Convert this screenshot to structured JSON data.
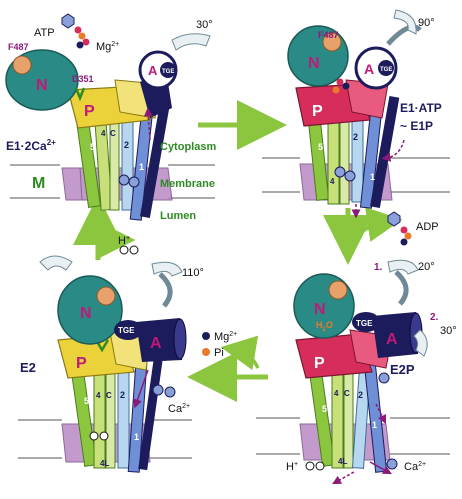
{
  "panels": {
    "e1_2ca": {
      "state": "E1·2Ca",
      "state_sup": "2+",
      "rotation": "30°",
      "atp": "ATP",
      "mg": "Mg",
      "mg_sup": "2+",
      "f487": "F487",
      "d351": "D351",
      "n": "N",
      "p": "P",
      "a": "A",
      "tge": "TGE",
      "m": "M",
      "cytoplasm": "Cytoplasm",
      "membrane": "Membrane",
      "lumen": "Lumen"
    },
    "e1_atp": {
      "state1": "E1·ATP",
      "state2": "~ E1P",
      "rotation": "90°",
      "f487": "F487",
      "n": "N",
      "p": "P",
      "a": "A",
      "tge": "TGE"
    },
    "e2p": {
      "state": "E2P",
      "rotation1": "20°",
      "rotation2": "30°",
      "step1": "1.",
      "step2": "2.",
      "h2o": "H",
      "h2o_sub": "2",
      "h2o_o": "O",
      "n": "N",
      "p": "P",
      "a": "A",
      "tge": "TGE",
      "adp": "ADP",
      "h": "H",
      "h_sup": "+",
      "ca": "Ca",
      "ca_sup": "2+"
    },
    "e2": {
      "state": "E2",
      "rotation": "110°",
      "n": "N",
      "p": "P",
      "a": "A",
      "tge": "TGE",
      "h": "H",
      "h_sup": "+",
      "ca": "Ca",
      "ca_sup": "2+",
      "mg": "Mg",
      "mg_sup": "2+",
      "pi": "Pi"
    }
  },
  "helix_labels": [
    "5",
    "4",
    "C",
    "2",
    "1",
    "4",
    "L"
  ],
  "colors": {
    "arrow": "#8cc63f",
    "n_domain": "#2a8a86",
    "p_domain": "#ecd23a",
    "p_domain_e1p": "#d62d5a",
    "a_domain": "#1c1c5c",
    "membrane": "#9b6fa8",
    "accent_text": "#2e8b23",
    "label_purple": "#8b1a7a"
  }
}
